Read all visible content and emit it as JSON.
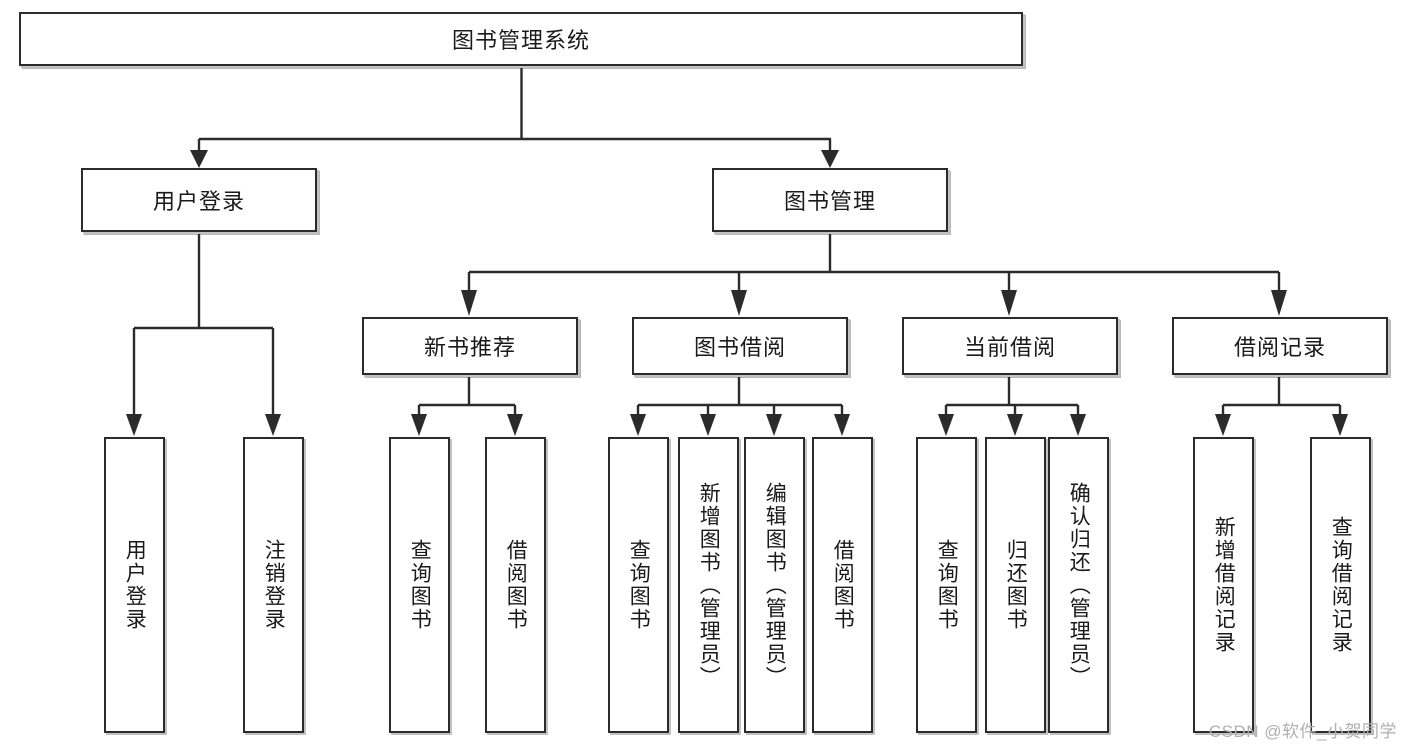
{
  "diagram": {
    "type": "tree",
    "title": "图书管理系统",
    "watermark": "CSDN @软件_小贺同学",
    "colors": {
      "stroke": "#2b2b2b",
      "fill": "#ffffff",
      "shadow": "#c2c2c2",
      "text": "#1a1a1a",
      "watermark": "#b0b0b0"
    },
    "root": {
      "label": "图书管理系统"
    },
    "level2": [
      {
        "label": "用户登录"
      },
      {
        "label": "图书管理"
      }
    ],
    "level3": [
      {
        "label": "新书推荐"
      },
      {
        "label": "图书借阅"
      },
      {
        "label": "当前借阅"
      },
      {
        "label": "借阅记录"
      }
    ],
    "leaves": {
      "user_login": [
        {
          "label": "用户登录"
        },
        {
          "label": "注销登录"
        }
      ],
      "new_book": [
        {
          "label": "查询图书"
        },
        {
          "label": "借阅图书"
        }
      ],
      "book_borrow": [
        {
          "label": "查询图书"
        },
        {
          "label": "新增图书（管理员）"
        },
        {
          "label": "编辑图书（管理员）"
        },
        {
          "label": "借阅图书"
        }
      ],
      "current_borrow": [
        {
          "label": "查询图书"
        },
        {
          "label": "归还图书"
        },
        {
          "label": "确认归还（管理员）"
        }
      ],
      "borrow_record": [
        {
          "label": "新增借阅记录"
        },
        {
          "label": "查询借阅记录"
        }
      ]
    }
  }
}
